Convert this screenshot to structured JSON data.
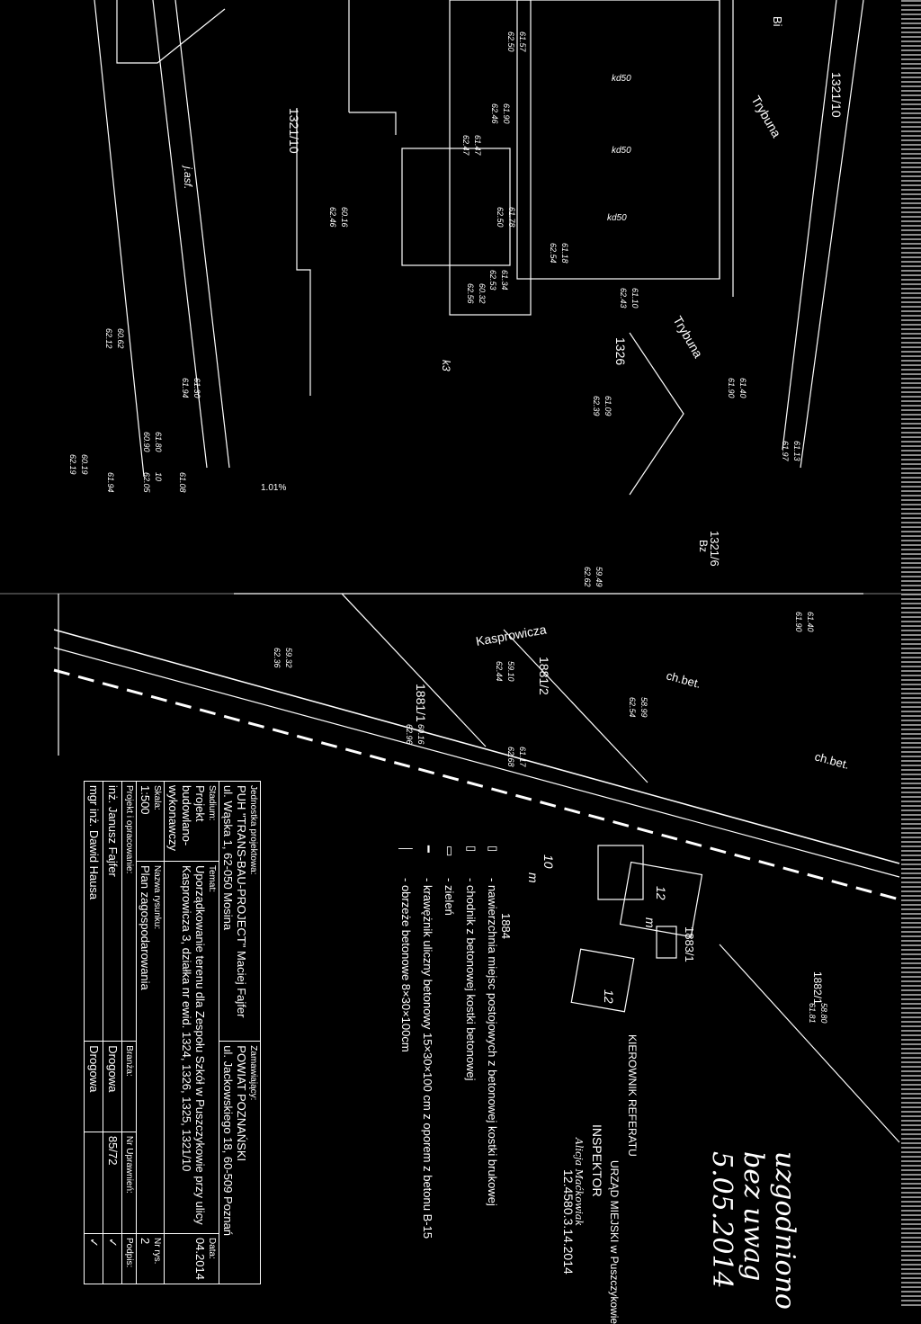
{
  "map_labels": {
    "parcels": [
      "1321/10",
      "1321/10",
      "1326",
      "1321/6",
      "1881/2",
      "1881/1",
      "1883/1",
      "1882/1",
      "1884"
    ],
    "parcel_suffix_bz": "Bz",
    "parcel_bi": "Bi",
    "streets": [
      "Trybuna",
      "Trybuna",
      "Kasprowicza"
    ],
    "features": [
      "ch.bet.",
      "ch.bet.",
      "kd50",
      "kd50",
      "kd50",
      "j.asf.",
      "k3"
    ],
    "buildings": [
      "10",
      "12",
      "12",
      "m",
      "m"
    ],
    "elevations": [
      "62.50",
      "61.57",
      "62.46",
      "61.90",
      "62.47",
      "61.47",
      "62.50",
      "61.78",
      "62.46",
      "60.16",
      "62.54",
      "61.18",
      "62.53",
      "61.34",
      "62.56",
      "60.32",
      "62.43",
      "61.10",
      "62.39",
      "61.09",
      "62.12",
      "60.62",
      "61.94",
      "61.30",
      "60.90",
      "61.80",
      "62.05",
      "10",
      "61.08",
      "61.94",
      "62.19",
      "60.19",
      "61.90",
      "61.40",
      "61.97",
      "61.13",
      "62.62",
      "59.49",
      "61.90",
      "61.40",
      "62.36",
      "59.32",
      "62.44",
      "59.10",
      "62.54",
      "58.99",
      "62.96",
      "60.16",
      "62.68",
      "61.17",
      "61.81",
      "58.80"
    ],
    "slope": "1.01%"
  },
  "legend": {
    "items": [
      "- nawierzchnia miejsc postojowych z betonowej kostki brukowej",
      "- chodnik z betonowej kostki betonowej",
      "- zieleń",
      "- krawężnik uliczny betonowy 15×30×100 cm z oporem z betonu B-15",
      "- obrzeże betonowe 8×30×100cm"
    ]
  },
  "title_block": {
    "unit_label": "Jednostka projektowa:",
    "unit_name": "PUH \"TRANS-BAU-PROJECT\" Maciej Fajfer",
    "unit_address": "ul. Wąska 1, 62-050 Mosina",
    "client_label": "Zamawiający:",
    "client_name": "POWIAT POZNAŃSKI",
    "client_address": "ul. Jackowskiego 18, 60-509 Poznań",
    "stage_label": "Stadium:",
    "stage_value": "Projekt budowlano-wykonawczy",
    "topic_label": "Temat:",
    "topic_value": "Uporządkowanie terenu dla Zespołu Szkół w Puszczykowie przy ulicy Kasprowicza 3, działka nr ewid. 1324, 1326, 1325, 1321/10",
    "date_label": "Data:",
    "date_value": "04.2014",
    "scale_label": "Skala:",
    "scale_value": "1:500",
    "drawing_label": "Nazwa rysunku:",
    "drawing_value": "Plan zagospodarowania",
    "sheet_label": "Nr rys.",
    "sheet_value": "2",
    "author_label": "Projekt i opracowanie:",
    "branch_label": "Branża:",
    "license_label": "Nr Uprawnień:",
    "sign_label": "Podpis:",
    "authors": [
      {
        "name": "inż. Janusz Fajfer",
        "branch": "Drogowa",
        "license": "85/72"
      },
      {
        "name": "mgr inż. Dawid Hausa",
        "branch": "Drogowa",
        "license": ""
      }
    ]
  },
  "stamps": {
    "approval_handwriting": "uzgodniono bez uwag 5.05.2014",
    "inspector": "INSPEKTOR",
    "inspector_name": "Alicja Maćkowiak",
    "office": "URZĄD MIEJSKI w Puszczykowie",
    "kierownik": "KIEROWNIK REFERATU",
    "number": "12.4580.3.14.2014"
  }
}
